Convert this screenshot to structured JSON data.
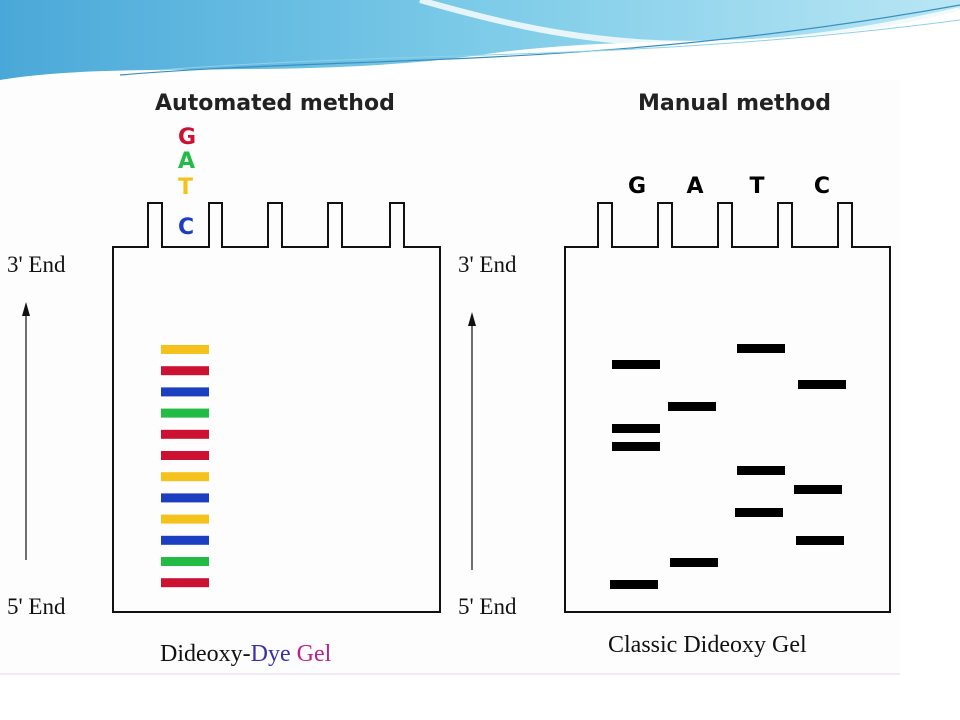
{
  "automated": {
    "title": "Automated method",
    "letters": [
      {
        "text": "G",
        "color": "#cc1133"
      },
      {
        "text": "A",
        "color": "#22bb44"
      },
      {
        "text": "T",
        "color": "#f4c21a"
      },
      {
        "text": "C",
        "color": "#1a3fc0"
      }
    ],
    "end_top": "3' End",
    "end_bottom": "5' End",
    "caption_parts": [
      {
        "text": "Dideoxy-",
        "color": "#111111"
      },
      {
        "text": "Dye",
        "color": "#3a2fb0"
      },
      {
        "text": " ",
        "color": "#111111"
      },
      {
        "text": "Gel",
        "color": "#c0208a"
      }
    ],
    "band_colors": [
      "yellow",
      "red",
      "blue",
      "green",
      "red",
      "red",
      "yellow",
      "blue",
      "yellow",
      "blue",
      "green",
      "red"
    ]
  },
  "manual": {
    "title": "Manual method",
    "lanes": [
      "G",
      "A",
      "T",
      "C"
    ],
    "end_top": "3' End",
    "end_bottom": "5' End",
    "caption": "Classic Dideoxy Gel",
    "band_color": "#000000"
  },
  "colors": {
    "yellow": "#f4c21a",
    "red": "#cc1133",
    "blue": "#1a3fc0",
    "green": "#22bb44"
  }
}
